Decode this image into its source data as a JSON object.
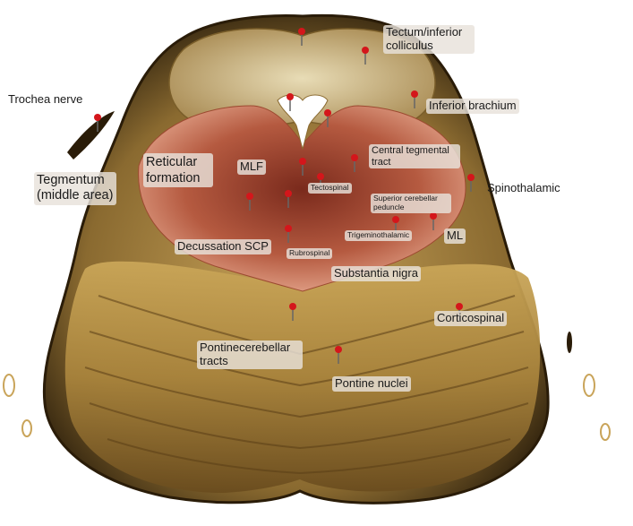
{
  "labels": {
    "tectum": "Tectum/inferior colliculus",
    "trochlear": "Trochea nerve",
    "inferior_brachium": "Inferior brachium",
    "reticular": "Reticular formation",
    "mlf": "MLF",
    "central_tegmental": "Central tegmental tract",
    "tegmentum": "Tegmentum (middle area)",
    "tectospinal": "Tectospinal",
    "spinothalamic": "Spinothalamic",
    "superior_cerebellar": "Superior cerebellar peduncle",
    "decussation": "Decussation SCP",
    "trigeminothalamic": "Trigeminothalamic",
    "ml": "ML",
    "rubrospinal": "Rubrospinal",
    "substantia": "Substantia nigra",
    "corticospinal": "Corticospinal",
    "pontinecerebellar": "Pontinecerebellar tracts",
    "pontine_nuclei": "Pontine nuclei"
  },
  "colors": {
    "pin_head": "#d4161b",
    "tissue_outer": "#3a2a12",
    "tissue_tan": "#c9a45a",
    "tectum_fill": "#d9c79a",
    "tegmentum_fill": "#e8a188",
    "core_fill": "#7a2a1c",
    "pons_fill": "#b89448"
  }
}
